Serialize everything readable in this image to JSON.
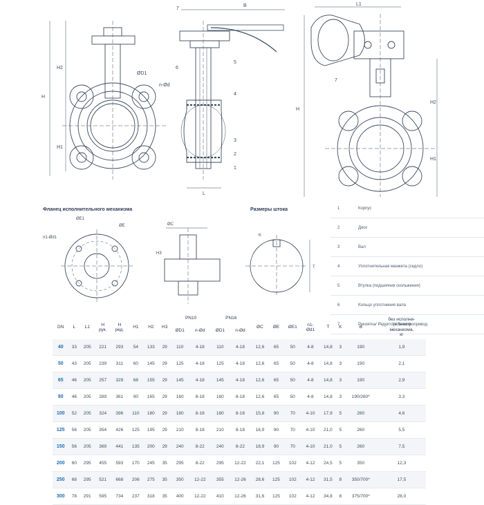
{
  "drawing_labels": {
    "L1_top": "L1",
    "B": "B",
    "H2": "H2",
    "H": "H",
    "H1": "H1",
    "D1": "ØD1",
    "nd": "n-Ød",
    "L": "L",
    "part7": "7",
    "part6": "6",
    "part5": "5",
    "part4": "4",
    "part3": "3",
    "part2": "2",
    "part1": "1",
    "right_7": "7",
    "right_L1": "L1",
    "right_H": "H",
    "right_H2": "H2",
    "right_H1": "H1"
  },
  "sections": {
    "flange_title": "Фланец исполнительного механизма",
    "stem_title": "Размеры штока",
    "E1": "ØE1",
    "E": "ØE",
    "n1d1": "n1-Ød1",
    "C": "ØC",
    "H3": "H3",
    "K": "K",
    "T": "T"
  },
  "legend": [
    {
      "num": "1",
      "text": "Корпус"
    },
    {
      "num": "2",
      "text": "Диск"
    },
    {
      "num": "3",
      "text": "Вал"
    },
    {
      "num": "4",
      "text": "Уплотнительная манжета (седло)"
    },
    {
      "num": "5",
      "text": "Втулка (подшипник скольжения)"
    },
    {
      "num": "6",
      "text": "Кольцо уплотнения вала"
    },
    {
      "num": "7",
      "text": "Рукоятка/ Редуктор/ Электропривод"
    }
  ],
  "table": {
    "headers": {
      "DN": "DN",
      "L": "L",
      "L1": "L1",
      "H_ruk": "H\nрук.",
      "H_red": "H\nред.",
      "H1": "H1",
      "H2": "H2",
      "H3": "H3",
      "PN10": "PN10",
      "PN16": "PN16",
      "D1a": "ØD1",
      "nda": "n-Ød",
      "D1b": "ØD1",
      "ndb": "n-Ød",
      "C": "ØC",
      "E": "ØE",
      "E1": "ØE1",
      "n1d1": "n1-\nØd1",
      "T": "T",
      "K": "K",
      "B": "B",
      "mass": "без исполни-\nтельного\nмеханизма,\nкг"
    },
    "rows": [
      [
        "40",
        "33",
        "205",
        "221",
        "293",
        "54",
        "133",
        "29",
        "110",
        "4-18",
        "110",
        "4-18",
        "12,6",
        "65",
        "50",
        "4-8",
        "14,8",
        "3",
        "190",
        "1,9"
      ],
      [
        "50",
        "43",
        "205",
        "239",
        "311",
        "60",
        "145",
        "29",
        "125",
        "4-18",
        "125",
        "4-18",
        "12,6",
        "65",
        "50",
        "4-8",
        "14,8",
        "3",
        "190",
        "2,1"
      ],
      [
        "65",
        "46",
        "205",
        "257",
        "329",
        "68",
        "155",
        "29",
        "145",
        "4-18",
        "145",
        "4-18",
        "12,6",
        "65",
        "50",
        "4-8",
        "14,8",
        "3",
        "190",
        "2,9"
      ],
      [
        "80",
        "46",
        "205",
        "289",
        "361",
        "90",
        "165",
        "29",
        "160",
        "8-18",
        "160",
        "8-18",
        "12,6",
        "65",
        "50",
        "4-8",
        "14,8",
        "3",
        "190/260*",
        "3,3"
      ],
      [
        "100",
        "52",
        "205",
        "324",
        "396",
        "110",
        "180",
        "29",
        "180",
        "8-18",
        "180",
        "8-18",
        "15,8",
        "90",
        "70",
        "4-10",
        "17,9",
        "5",
        "260",
        "4,6"
      ],
      [
        "125",
        "56",
        "205",
        "354",
        "426",
        "125",
        "195",
        "29",
        "210",
        "8-18",
        "210",
        "8-18",
        "18,9",
        "90",
        "70",
        "4-10",
        "21,0",
        "5",
        "260",
        "5,5"
      ],
      [
        "150",
        "56",
        "205",
        "369",
        "441",
        "135",
        "200",
        "29",
        "240",
        "8-22",
        "240",
        "8-22",
        "18,9",
        "90",
        "70",
        "4-10",
        "21,0",
        "5",
        "260",
        "7,5"
      ],
      [
        "200",
        "60",
        "295",
        "455",
        "593",
        "170",
        "245",
        "35",
        "295",
        "8-22",
        "295",
        "12-22",
        "22,1",
        "125",
        "102",
        "4-12",
        "24,5",
        "5",
        "350",
        "12,3"
      ],
      [
        "250",
        "68",
        "295",
        "521",
        "668",
        "206",
        "275",
        "35",
        "350",
        "12-22",
        "355",
        "12-26",
        "28,6",
        "125",
        "102",
        "4-12",
        "31,5",
        "8",
        "350/700*",
        "17,5"
      ],
      [
        "300",
        "78",
        "291",
        "595",
        "734",
        "237",
        "318",
        "35",
        "400",
        "12-22",
        "410",
        "12-26",
        "31,6",
        "125",
        "102",
        "4-12",
        "34,8",
        "8",
        "375/700*",
        "28,0"
      ]
    ]
  }
}
